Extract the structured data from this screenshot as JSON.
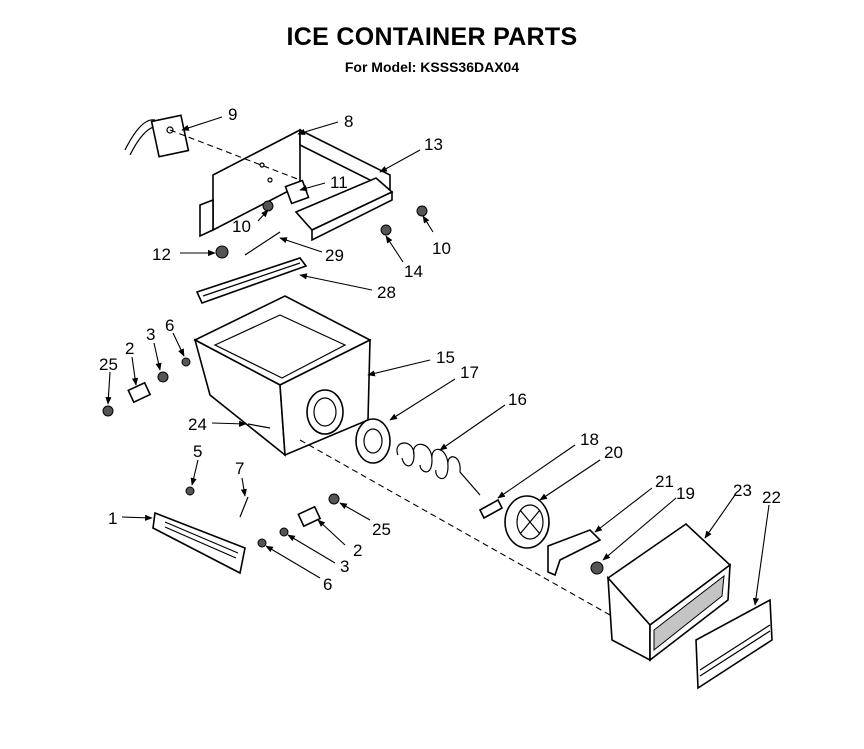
{
  "header": {
    "title": "ICE CONTAINER PARTS",
    "subtitle": "For Model: KSSS36DAX04"
  },
  "callouts": [
    {
      "id": "c9",
      "text": "9"
    },
    {
      "id": "c8",
      "text": "8"
    },
    {
      "id": "c13",
      "text": "13"
    },
    {
      "id": "c11",
      "text": "11"
    },
    {
      "id": "c10a",
      "text": "10"
    },
    {
      "id": "c10b",
      "text": "10"
    },
    {
      "id": "c12",
      "text": "12"
    },
    {
      "id": "c29",
      "text": "29"
    },
    {
      "id": "c14",
      "text": "14"
    },
    {
      "id": "c28",
      "text": "28"
    },
    {
      "id": "c25a",
      "text": "25"
    },
    {
      "id": "c2a",
      "text": "2"
    },
    {
      "id": "c3a",
      "text": "3"
    },
    {
      "id": "c6a",
      "text": "6"
    },
    {
      "id": "c15",
      "text": "15"
    },
    {
      "id": "c17",
      "text": "17"
    },
    {
      "id": "c16",
      "text": "16"
    },
    {
      "id": "c24",
      "text": "24"
    },
    {
      "id": "c18",
      "text": "18"
    },
    {
      "id": "c20",
      "text": "20"
    },
    {
      "id": "c5",
      "text": "5"
    },
    {
      "id": "c7",
      "text": "7"
    },
    {
      "id": "c1",
      "text": "1"
    },
    {
      "id": "c25b",
      "text": "25"
    },
    {
      "id": "c2b",
      "text": "2"
    },
    {
      "id": "c3b",
      "text": "3"
    },
    {
      "id": "c6b",
      "text": "6"
    },
    {
      "id": "c21",
      "text": "21"
    },
    {
      "id": "c19",
      "text": "19"
    },
    {
      "id": "c23",
      "text": "23"
    },
    {
      "id": "c22",
      "text": "22"
    }
  ]
}
